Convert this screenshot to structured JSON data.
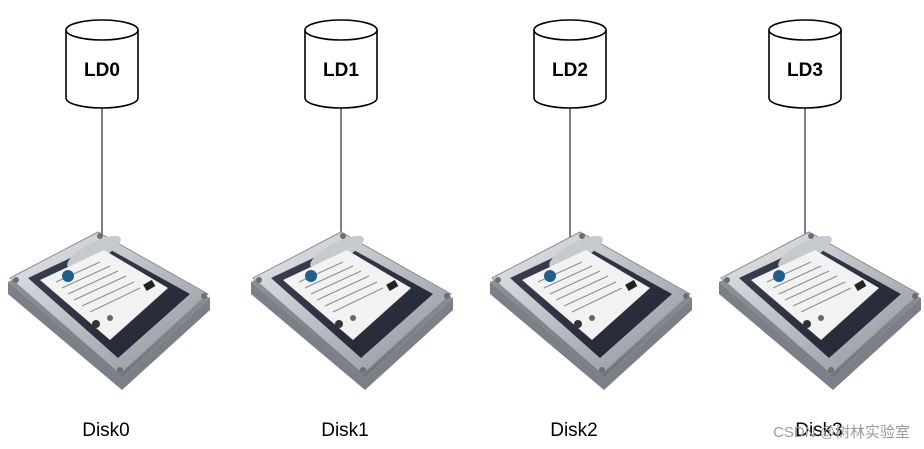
{
  "logical_drives": [
    {
      "label": "LD0"
    },
    {
      "label": "LD1"
    },
    {
      "label": "LD2"
    },
    {
      "label": "LD3"
    }
  ],
  "disks": [
    {
      "label": "Disk0"
    },
    {
      "label": "Disk1"
    },
    {
      "label": "Disk2"
    },
    {
      "label": "Disk3"
    }
  ],
  "watermark": "CSDN @树林实验室",
  "colors": {
    "cylinder_stroke": "#000000",
    "cylinder_fill": "#ffffff",
    "disk_frame": "#b8bcc2",
    "disk_label": "#2a3040",
    "disk_sticker": "#f2f2f2"
  }
}
